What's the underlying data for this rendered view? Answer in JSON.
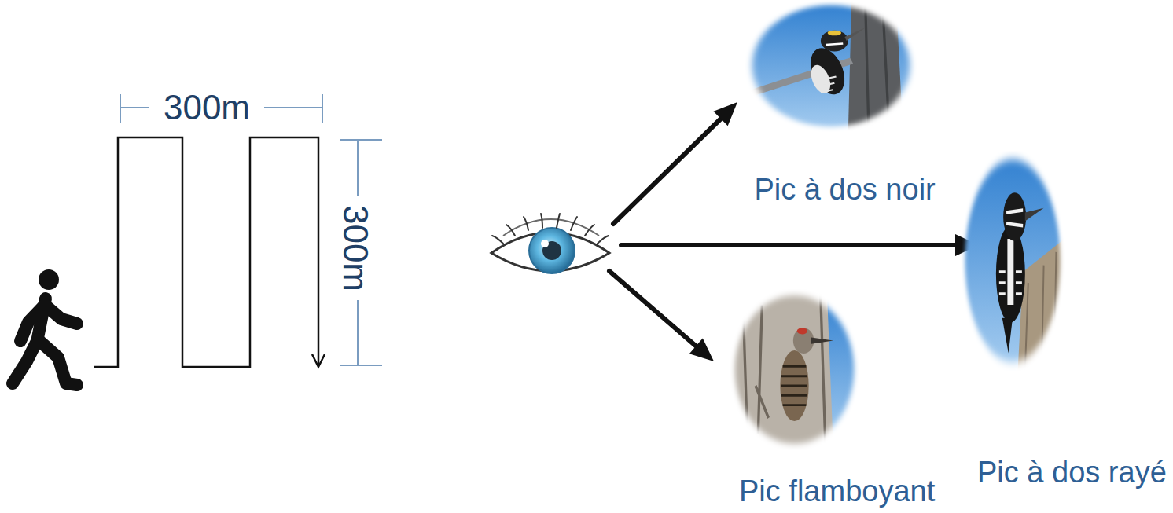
{
  "diagram": {
    "nodes": [
      {
        "text": [
          "Pic à dos noir"
        ]
      },
      {
        "text": [
          "Pic à dos rayé"
        ]
      },
      {
        "text": [
          "Pic flamboyant"
        ]
      }
    ],
    "labels": [
      "300m",
      "300m"
    ]
  }
}
